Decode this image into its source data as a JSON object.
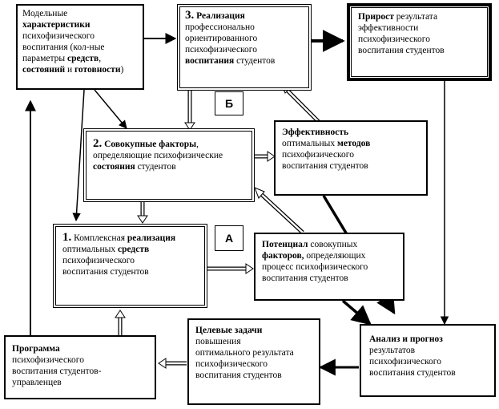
{
  "boxes": {
    "model": {
      "l1": "Модельные",
      "l2": "характеристики",
      "l3": "психофизического",
      "l4": "воспитания (кол-ные",
      "l5a": "параметры ",
      "l5b": "средств",
      "l5c": ",",
      "l6a": "состояний",
      "l6b": " и ",
      "l6c": "готовности",
      "l6d": ")"
    },
    "realization3": {
      "num": "3.",
      "bold": " Реализация",
      "l2": "профессионально",
      "l3": "ориентированного",
      "l4": "психофизического",
      "l5a": "воспитания",
      "l5b": " студентов"
    },
    "growth": {
      "bold": "Прирост",
      "l1rest": " результата",
      "l2": "эффективности",
      "l3": "психофизического",
      "l4": "воспитания студентов"
    },
    "factors2": {
      "num": "2.",
      "bold": " Совокупные факторы",
      "l1rest": ",",
      "l2": "определяющие психофизические",
      "l3a": "состояния",
      "l3b": " студентов"
    },
    "efficiency": {
      "l1": "Эффективность",
      "l2a": "оптимальных ",
      "l2b": "методов",
      "l3": "психофизического",
      "l4": "воспитания студентов"
    },
    "complex1": {
      "num": "1.",
      "l1a": " Комплексная ",
      "l1b": "реализация",
      "l2a": "оптимальных  ",
      "l2b": "средств",
      "l3": "психофизического",
      "l4": "воспитания студентов"
    },
    "potential": {
      "bold": "Потенциал",
      "l1rest": " совокупных",
      "l2a": "факторов,",
      "l2b": " определяющих",
      "l3": "процесс психофизического",
      "l4": "воспитания студентов"
    },
    "tasks": {
      "bold": "Целевые задачи",
      "l2": "повышения",
      "l3": "оптимального результата",
      "l4": "психофизического",
      "l5": "воспитания студентов"
    },
    "program": {
      "bold": "Программа",
      "l2": "психофизического",
      "l3": "воспитания студентов-",
      "l4": "управленцев"
    },
    "analysis": {
      "bold": "Анализ и прогноз",
      "l2": "результатов",
      "l3": "психофизического",
      "l4": "воспитания студентов"
    }
  },
  "tags": {
    "b": "Б",
    "a": "А"
  }
}
